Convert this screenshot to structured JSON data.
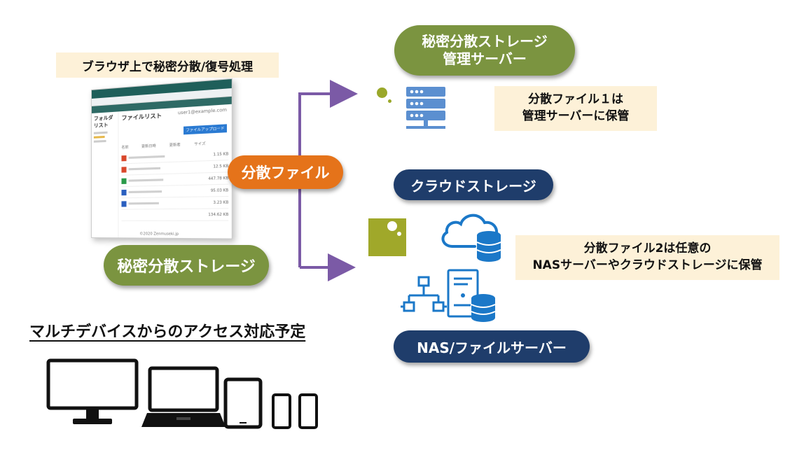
{
  "browser_caption": "ブラウザ上で秘密分散/復号処理",
  "secret_storage_label": "秘密分散ストレージ",
  "mgmt_server": {
    "line1": "秘密分散ストレージ",
    "line2": "管理サーバー"
  },
  "note_file1": {
    "line1": "分散ファイル１は",
    "line2": "管理サーバーに保管"
  },
  "distributed_file_label": "分散ファイル",
  "cloud_storage_label": "クラウドストレージ",
  "note_file2": {
    "line1": "分散ファイル2は任意の",
    "line2": "NASサーバーやクラウドストレージに保管"
  },
  "nas_label": "NAS/ファイルサーバー",
  "multi_device_heading": "マルチデバイスからのアクセス対応予定",
  "screenshot": {
    "sidebar_title": "フォルダリスト",
    "list_title": "ファイルリスト",
    "user": "user1@example.com",
    "upload_button": "ファイルアップロード",
    "footer": "©2020 Zenmuseki.jp",
    "columns": [
      "名前",
      "更新日時",
      "更新者",
      "サイズ"
    ],
    "sizes": [
      "1.15 KB",
      "12.5 KB",
      "447.78 KB",
      "95.03 KB",
      "3.23 KB",
      "134.62 KB"
    ]
  },
  "colors": {
    "green": "#7b9440",
    "navy": "#1f3d6b",
    "orange": "#e5731a",
    "purple": "#7b5aa6",
    "note_bg": "#fdf1d8"
  }
}
